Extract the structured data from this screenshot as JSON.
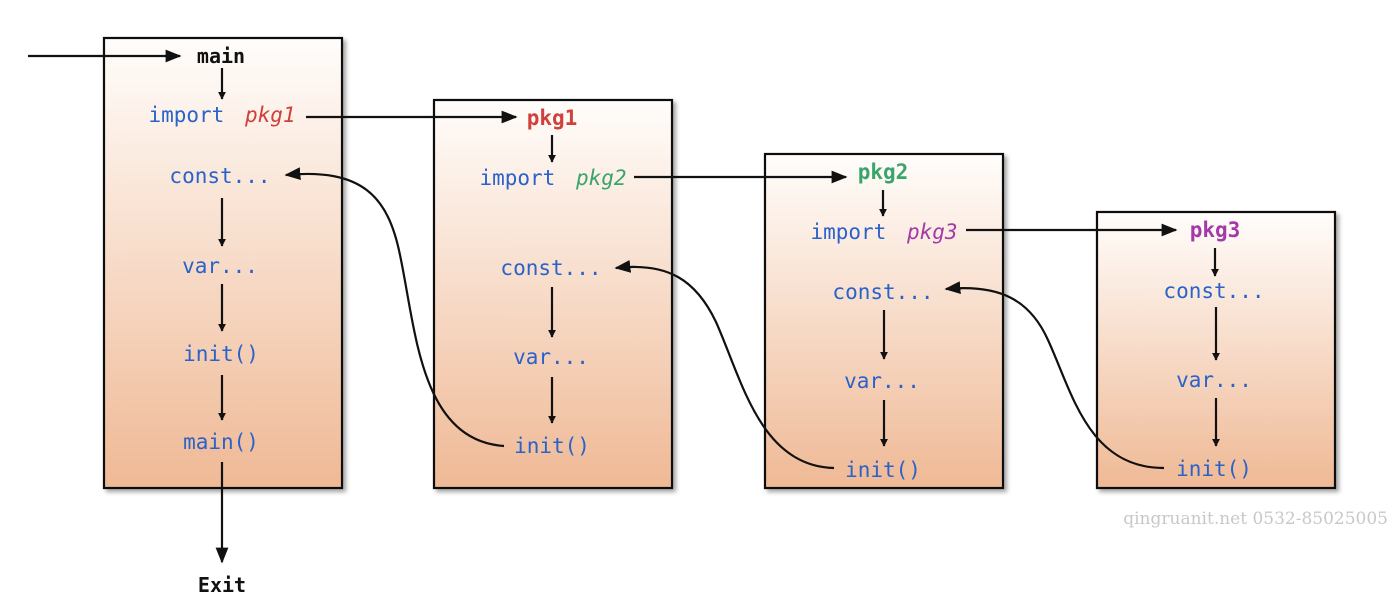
{
  "colors": {
    "keyword": "#2a62c9",
    "pkg1": "#d1403a",
    "pkg2": "#3aa56b",
    "pkg3": "#a33aa8",
    "box_top": "#fffdfb",
    "box_bottom": "#efb995"
  },
  "main_box": {
    "title": "main",
    "import_kw": "import",
    "import_pkg": "pkg1",
    "const": "const...",
    "var": "var...",
    "init": "init()",
    "main_call": "main()"
  },
  "pkg1_box": {
    "title": "pkg1",
    "import_kw": "import",
    "import_pkg": "pkg2",
    "const": "const...",
    "var": "var...",
    "init": "init()"
  },
  "pkg2_box": {
    "title": "pkg2",
    "import_kw": "import",
    "import_pkg": "pkg3",
    "const": "const...",
    "var": "var...",
    "init": "init()"
  },
  "pkg3_box": {
    "title": "pkg3",
    "const": "const...",
    "var": "var...",
    "init": "init()"
  },
  "exit_label": "Exit",
  "watermark": "qingruanit.net 0532-85025005"
}
